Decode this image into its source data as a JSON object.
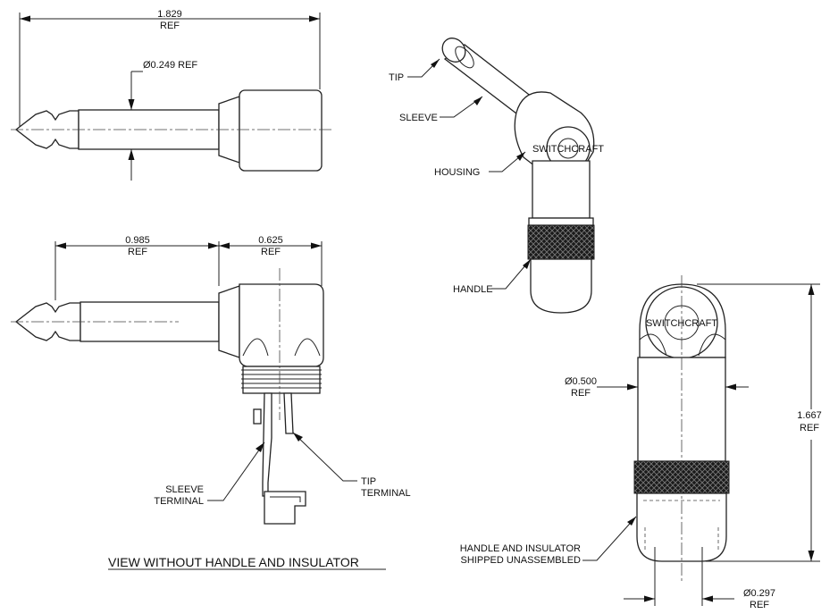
{
  "dimensions": {
    "overall_length": "1.829",
    "overall_length_sub": "REF",
    "tip_diameter": "Ø0.249 REF",
    "plug_length": "0.985",
    "plug_length_sub": "REF",
    "housing_length": "0.625",
    "housing_length_sub": "REF",
    "handle_diameter": "Ø0.500",
    "handle_diameter_sub": "REF",
    "height": "1.667",
    "height_sub": "REF",
    "bottom_diameter": "Ø0.297",
    "bottom_diameter_sub": "REF"
  },
  "callouts": {
    "tip": "TIP",
    "sleeve": "SLEEVE",
    "housing": "HOUSING",
    "handle": "HANDLE",
    "sleeve_terminal_1": "SLEEVE",
    "sleeve_terminal_2": "TERMINAL",
    "tip_terminal_1": "TIP",
    "tip_terminal_2": "TERMINAL",
    "handle_insulator_1": "HANDLE AND INSULATOR",
    "handle_insulator_2": "SHIPPED UNASSEMBLED"
  },
  "caption": "VIEW WITHOUT HANDLE AND INSULATOR",
  "logo_text": "SWITCHCRAFT"
}
